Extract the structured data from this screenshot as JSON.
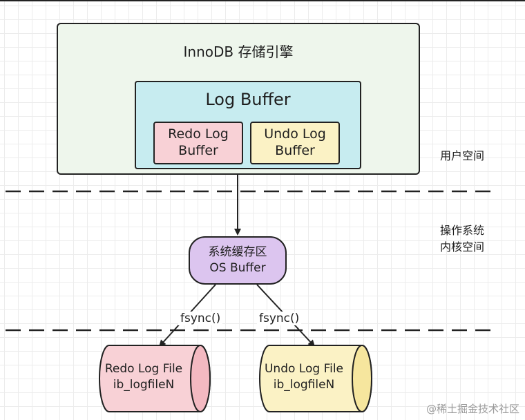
{
  "innodb": {
    "title": "InnoDB 存储引擎",
    "log_buffer": {
      "title": "Log Buffer",
      "redo": "Redo Log\nBuffer",
      "undo": "Undo Log\nBuffer"
    }
  },
  "regions": {
    "user_space": "用户空间",
    "kernel_space": "操作系统\n内核空间"
  },
  "os_buffer": "系统缓存区\nOS Buffer",
  "fsync": {
    "left": "fsync()",
    "right": "fsync()"
  },
  "files": {
    "redo": "Redo Log File\nib_logfileN",
    "undo": "Undo Log File\nib_logfileN"
  },
  "watermark": "@稀土掘金技术社区",
  "colors": {
    "innodb_fill": "#eef6ec",
    "log_buffer_fill": "#c7ecf0",
    "redo_fill": "#f8d1d6",
    "undo_fill": "#fbf2c5",
    "os_buffer_fill": "#dcc5ef",
    "outline": "#222222"
  }
}
